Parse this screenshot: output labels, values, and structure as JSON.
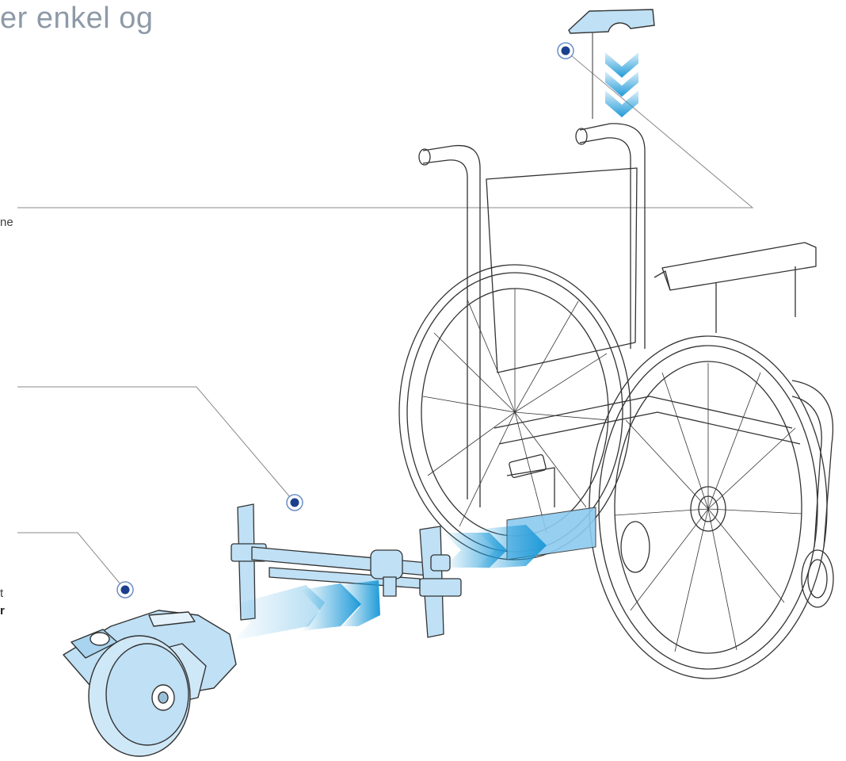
{
  "header": {
    "title_fragment": "er enkel og"
  },
  "callouts": [
    {
      "id": "top",
      "text_fragment": "ne",
      "bold_fragment": ""
    },
    {
      "id": "middle",
      "text_fragment": "",
      "bold_fragment": ""
    },
    {
      "id": "bottom",
      "text_fragment": "t",
      "bold_fragment": "r"
    }
  ],
  "colors": {
    "accent_blue": "#1f9ad8",
    "light_blue": "#bfe0f5",
    "marker_blue": "#1a3f8c",
    "line_gray": "#8a8a8a",
    "sketch": "#333333"
  }
}
